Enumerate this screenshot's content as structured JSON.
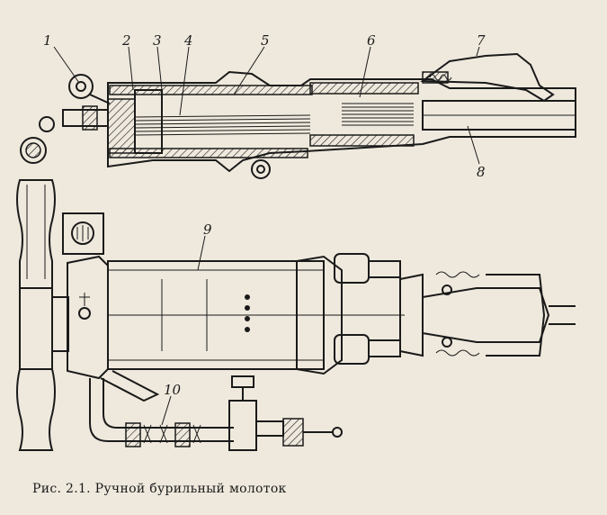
{
  "caption": "Рис. 2.1. Ручной бурильный молоток",
  "labels": [
    "1",
    "2",
    "3",
    "4",
    "5",
    "6",
    "7",
    "8",
    "9",
    "10"
  ],
  "colors": {
    "paper": "#efe9dd",
    "ink": "#1a1a1a"
  }
}
